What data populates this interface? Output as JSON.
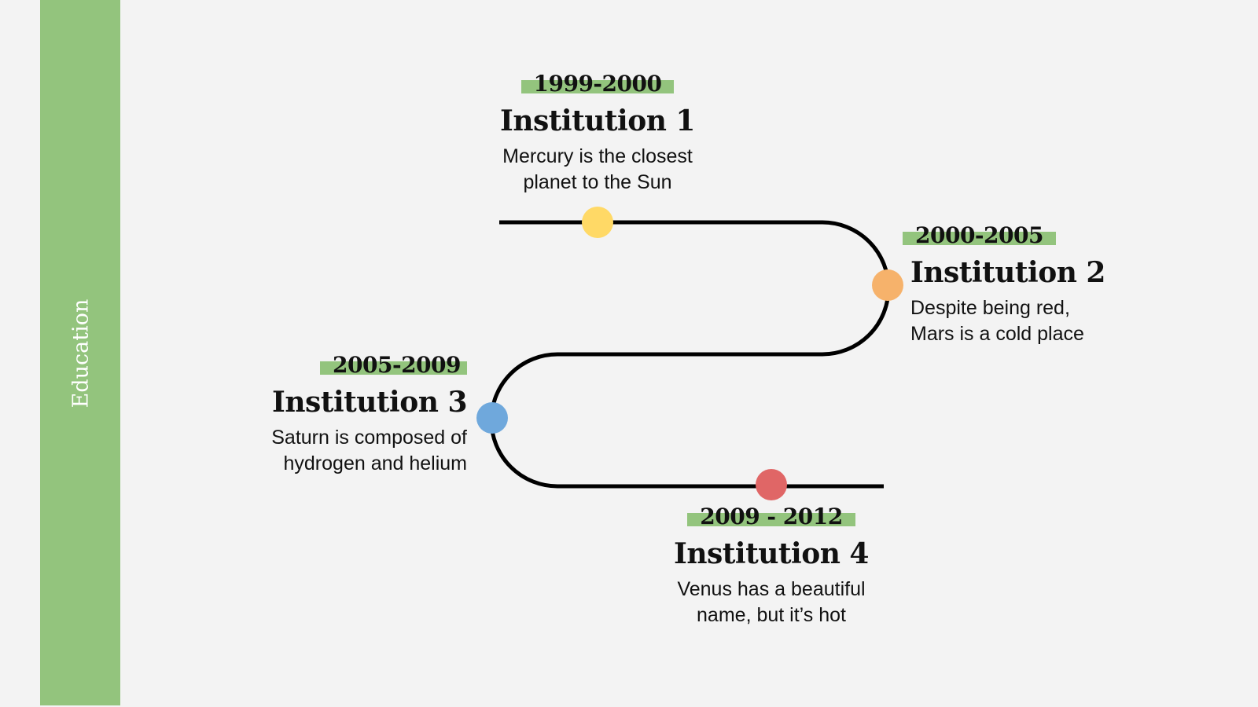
{
  "sidebar": {
    "label": "Education",
    "color": "#93c47d"
  },
  "timeline": {
    "line_color": "#000000",
    "highlight_color": "#93c47d",
    "items": [
      {
        "dates": "1999-2000",
        "title": "Institution 1",
        "description": "Mercury is the closest\nplanet to the Sun",
        "dot_color": "#ffd966"
      },
      {
        "dates": "2000-2005",
        "title": "Institution 2",
        "description": "Despite being red,\nMars is a cold place",
        "dot_color": "#f6b26b"
      },
      {
        "dates": "2005-2009",
        "title": "Institution 3",
        "description": "Saturn is composed of\nhydrogen and helium",
        "dot_color": "#6fa8dc"
      },
      {
        "dates": "2009 - 2012",
        "title": "Institution 4",
        "description": "Venus has a beautiful\nname, but it’s hot",
        "dot_color": "#e06666"
      }
    ]
  }
}
